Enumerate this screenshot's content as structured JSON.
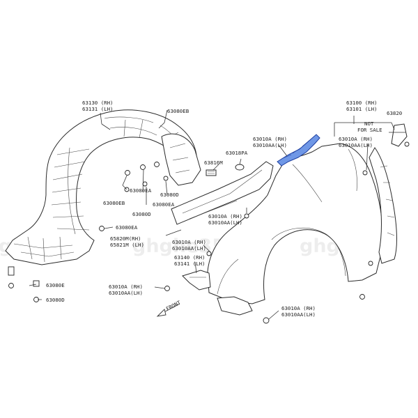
{
  "labels": {
    "p63130": "63130 (RH)",
    "p63131": "63131 (LH)",
    "p63080EB_top": "63080EB",
    "p63080EB_left": "63080EB",
    "p63080EA_a": "63080EA",
    "p63080EA_b": "63080EA",
    "p63080EA_c": "63080EA",
    "p63080D_a": "63080D",
    "p63080D_b": "63080D",
    "p63080D_c": "63080D",
    "p63080E": "63080E",
    "p63816M": "63816M",
    "p63018PA": "63018PA",
    "p63010A_top_rh": "63010A (RH)",
    "p63010A_top_lh": "63010AA(LH)",
    "p63100": "63100 (RH)",
    "p63101": "63101 (LH)",
    "p63820": "63820",
    "not_for_sale_1": "NOT",
    "not_for_sale_2": "FOR SALE",
    "p63010A_right_rh": "63010A (RH)",
    "p63010A_right_lh": "63010AA(LH)",
    "p63010A_mid_rh": "63010A (RH)",
    "p63010A_mid_lh": "63010AA(LH)",
    "p65820M": "65820M(RH)",
    "p65821M": "65821M (LH)",
    "p63010A_c_rh": "63010A (RH)",
    "p63010A_c_lh": "63010AA(LH)",
    "p63140": "63140 (RH)",
    "p63141": "63141 (LH)",
    "p63010A_left_rh": "63010A (RH)",
    "p63010A_left_lh": "63010AA(LH)",
    "p63010A_bottom_rh": "63010A (RH)",
    "p63010A_bottom_lh": "63010AA(LH)",
    "front": "FRONT"
  },
  "watermark": "ghghe35",
  "colors": {
    "highlight_fill": "#6f97e6",
    "highlight_stroke": "#1e3fa0",
    "line": "#333333"
  }
}
